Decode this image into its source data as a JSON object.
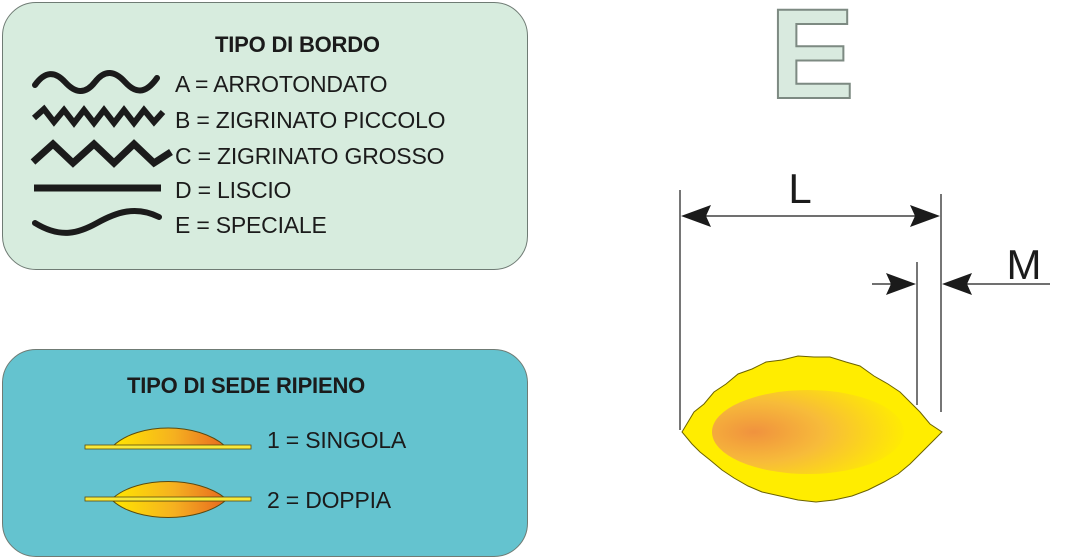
{
  "edge_panel": {
    "title": "TIPO DI BORDO",
    "items": [
      {
        "label": "A = ARROTONDATO",
        "icon": "rounded-wave-icon"
      },
      {
        "label": "B = ZIGRINATO PICCOLO",
        "icon": "small-zigzag-icon"
      },
      {
        "label": "C = ZIGRINATO GROSSO",
        "icon": "large-zigzag-icon"
      },
      {
        "label": "D = LISCIO",
        "icon": "straight-line-icon"
      },
      {
        "label": "E = SPECIALE",
        "icon": "s-curve-icon"
      }
    ]
  },
  "filling_panel": {
    "title": "TIPO DI SEDE RIPIENO",
    "items": [
      {
        "label": "1 = SINGOLA",
        "icon": "single-cavity-icon"
      },
      {
        "label": "2 = DOPPIA",
        "icon": "double-cavity-icon"
      }
    ]
  },
  "edge_code": {
    "letter": "E"
  },
  "dimensions": {
    "length": "L",
    "margin": "M"
  },
  "colors": {
    "edge_panel_bg": "#d7ecde",
    "filling_panel_bg": "#64c3cf",
    "pasta_yellow": "#ffed00",
    "filling_orange": "#ee8a3a",
    "letter_fill": "#d9eadf"
  }
}
